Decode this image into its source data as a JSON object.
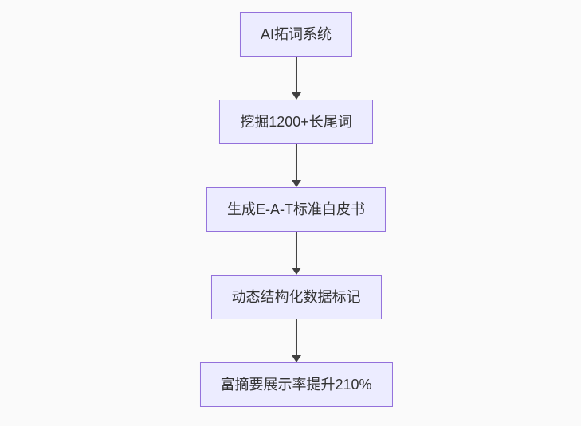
{
  "diagram": {
    "type": "flowchart",
    "direction": "top-down",
    "nodes": [
      {
        "id": "A",
        "label": "AI拓词系统"
      },
      {
        "id": "B",
        "label": "挖掘1200+长尾词"
      },
      {
        "id": "C",
        "label": "生成E-A-T标准白皮书"
      },
      {
        "id": "D",
        "label": "动态结构化数据标记"
      },
      {
        "id": "E",
        "label": "富摘要展示率提升210%"
      }
    ],
    "edges": [
      {
        "from": "A",
        "to": "B",
        "label": ""
      },
      {
        "from": "B",
        "to": "C",
        "label": ""
      },
      {
        "from": "C",
        "to": "D",
        "label": ""
      },
      {
        "from": "D",
        "to": "E",
        "label": ""
      }
    ],
    "colors": {
      "background": "#fafafa",
      "node_fill": "#ececff",
      "node_border": "#9370db",
      "text": "#333333",
      "edge": "#404040"
    }
  }
}
